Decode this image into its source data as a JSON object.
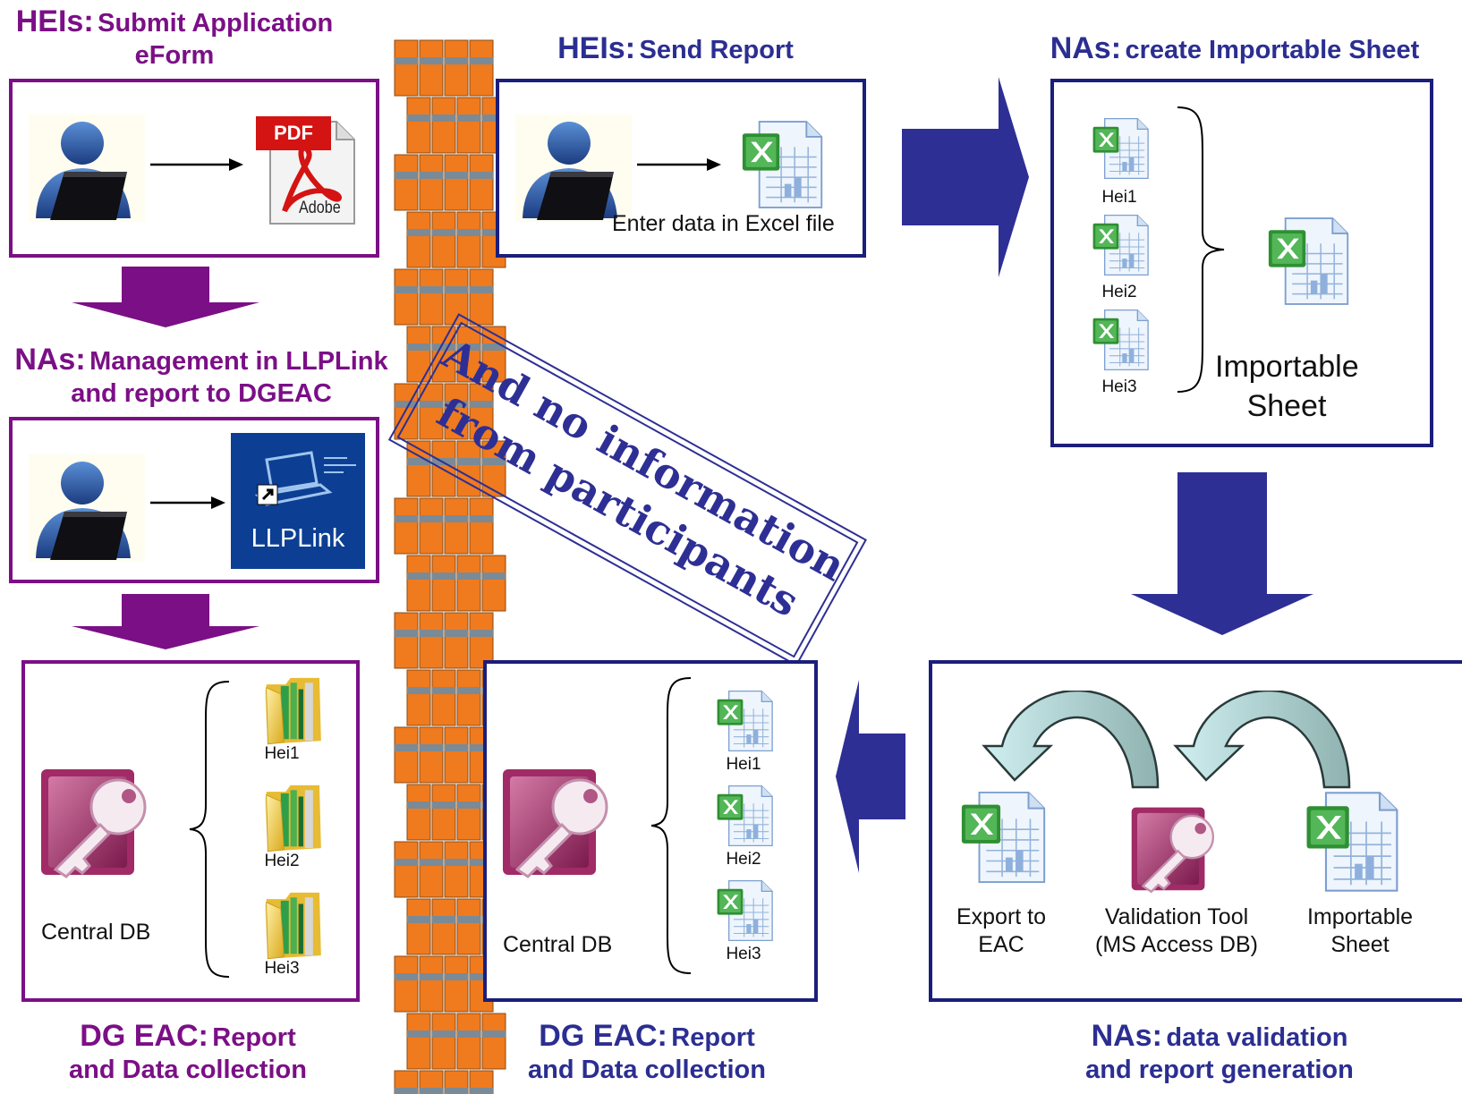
{
  "colors": {
    "purple": "#7b0f86",
    "navy": "#2b2e91",
    "wall": "#f07a1e",
    "arrow_navy": "#2e2f94"
  },
  "heis_submit": {
    "actor": "HEIs:",
    "action": "Submit Application eForm"
  },
  "nas_management": {
    "actor": "NAs:",
    "action": "Management in LLPLink and report to DGEAC"
  },
  "dg_eac_left": {
    "actor": "DG EAC:",
    "action": "Report",
    "action2": "and Data collection"
  },
  "heis_send": {
    "actor": "HEIs:",
    "action": "Send Report"
  },
  "nas_create": {
    "actor": "NAs:",
    "action": "create Importable Sheet"
  },
  "nas_validation": {
    "actor": "NAs:",
    "action": "data validation",
    "action2": "and report generation"
  },
  "dg_eac_mid": {
    "actor": "DG EAC:",
    "action": "Report",
    "action2": "and Data collection"
  },
  "pdf_icon": {
    "label": "PDF",
    "brand": "Adobe"
  },
  "llplink_icon": {
    "label": "LLPLink"
  },
  "excel_box_text": "Enter data in Excel file",
  "importable": {
    "files": [
      "Hei1",
      "Hei2",
      "Hei3"
    ],
    "result": "Importable Sheet"
  },
  "central_db_left": {
    "label": "Central DB",
    "files": [
      "Hei1",
      "Hei2",
      "Hei3"
    ]
  },
  "central_db_mid": {
    "label": "Central DB",
    "files": [
      "Hei1",
      "Hei2",
      "Hei3"
    ]
  },
  "validation_items": [
    {
      "label": "Export to EAC"
    },
    {
      "label": "Validation Tool (MS Access DB)"
    },
    {
      "label": "Importable Sheet"
    }
  ],
  "stamp_text": {
    "line1": "And no information",
    "line2": "from participants"
  },
  "icons": [
    "user-laptop-icon",
    "pdf-file-icon",
    "excel-file-icon",
    "llplink-shortcut-icon",
    "ms-access-key-icon",
    "folder-icon",
    "curved-arrow-icon"
  ]
}
